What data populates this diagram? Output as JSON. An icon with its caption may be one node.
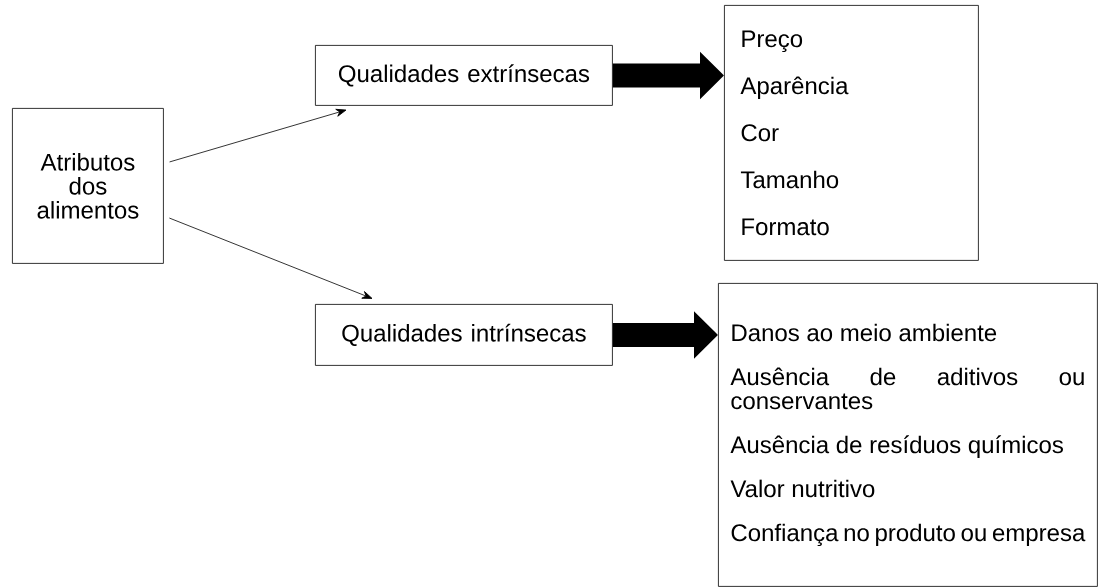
{
  "diagram": {
    "nodes": [
      {
        "text": [
          "Atributos dos alimentos"
        ]
      },
      {
        "text": [
          "Qualidades extrínsecas"
        ]
      },
      {
        "text": [
          "Preço",
          "Aparência",
          "Cor",
          "Tamanho",
          "Formato"
        ]
      },
      {
        "text": [
          "Qualidades intrínsecas"
        ]
      },
      {
        "text": [
          "Danos ao meio ambiente",
          "Ausência de aditivos ou conservantes",
          "Ausência de resíduos químicos",
          "Valor nutritivo",
          "Confiança no produto ou empresa"
        ]
      }
    ],
    "edges": [
      {
        "from": 0,
        "to": 1,
        "arrow": "to"
      },
      {
        "from": 0,
        "to": 3,
        "arrow": "to"
      },
      {
        "from": 1,
        "to": 2,
        "arrow": "to",
        "style": "thick"
      },
      {
        "from": 3,
        "to": 4,
        "arrow": "to",
        "style": "thick"
      }
    ]
  }
}
